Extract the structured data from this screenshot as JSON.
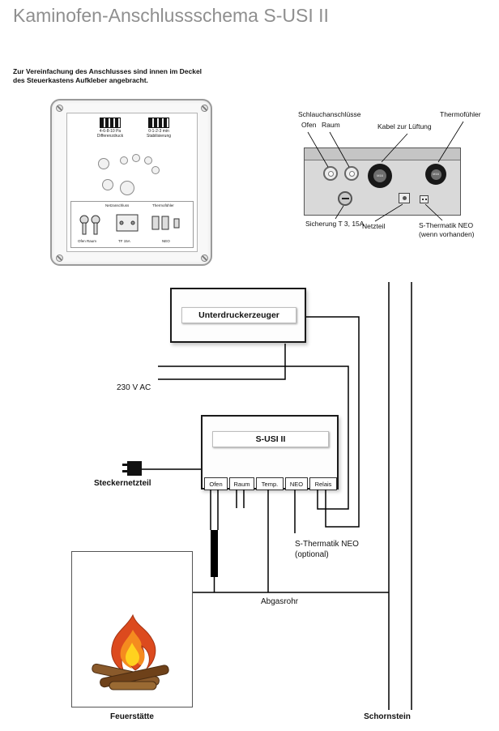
{
  "page": {
    "title": "Kaminofen-Anschlussschema S-USI II",
    "intro_line1": "Zur Vereinfachung des Anschlusses sind innen im Deckel",
    "intro_line2": "des Steuerkastens Aufkleber angebracht."
  },
  "lid": {
    "dip1_scale": "4-6-8-10 Pa",
    "dip1_label": "Differenzdruck",
    "dip2_scale": "0-1-2-3 min",
    "dip2_label": "Stabilisierung",
    "sticker_header_left": "Netzanschluss",
    "sticker_header_right": "Thermofühler",
    "sticker_bottom_left": "Ofen Raum",
    "sticker_bottom_mid": "TF 15A",
    "sticker_bottom_right": "NEO"
  },
  "rear_panel": {
    "schlauchanschluesse": "Schlauchanschlüsse",
    "ofen": "Ofen",
    "raum": "Raum",
    "kabel_zur_lueftung": "Kabel zur Lüftung",
    "thermofuehler": "Thermofühler",
    "sicherung": "Sicherung T 3, 15A",
    "netzteil": "Netzteil",
    "neo_line1": "S-Thermatik NEO",
    "neo_line2": "(wenn vorhanden)",
    "gland_large": "M16",
    "gland_small": "M16"
  },
  "diagram": {
    "unterdruckerzeuger": "Unterdruckerzeuger",
    "voltage": "230 V AC",
    "controller": "S-USI II",
    "terminals": [
      "Ofen",
      "Raum",
      "Temp.",
      "NEO",
      "Relais"
    ],
    "steckernetzteil": "Steckernetzteil",
    "neo_optional_line1": "S-Thermatik NEO",
    "neo_optional_line2": "(optional)",
    "abgasrohr": "Abgasrohr",
    "feuerstaette": "Feuerstätte",
    "schornstein": "Schornstein"
  }
}
